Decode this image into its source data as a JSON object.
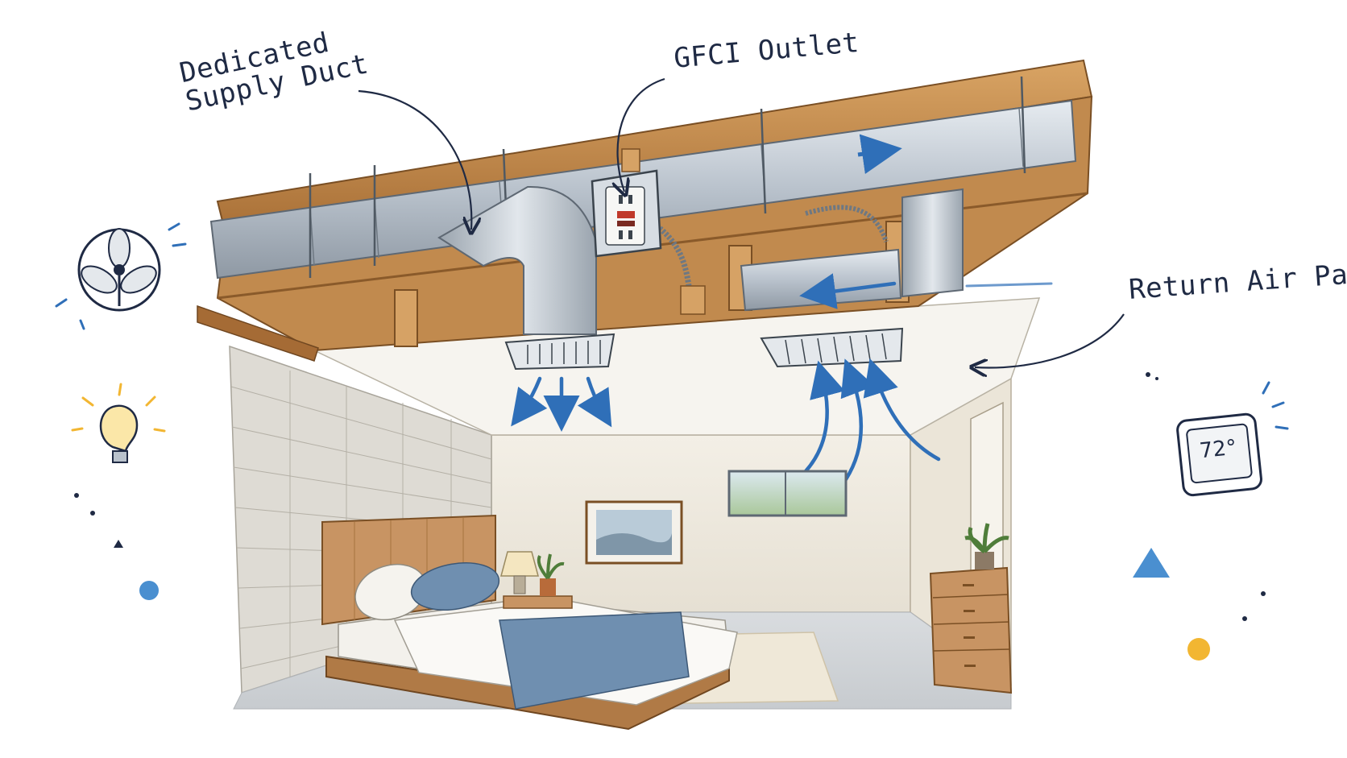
{
  "labels": {
    "supply_duct_line1": "Dedicated",
    "supply_duct_line2": "Supply Duct",
    "gfci_outlet": "GFCI Outlet",
    "return_air_path": "Return Air Path",
    "thermostat_reading": "72°"
  },
  "icons": [
    "fan-icon",
    "lightbulb-icon",
    "thermostat-icon"
  ],
  "colors": {
    "ink": "#1f2a44",
    "arrow_blue": "#2f6fb8",
    "accent_yellow": "#f2b632",
    "accent_blue": "#4a8fd0",
    "wood": "#c98b4a",
    "metal": "#b9c2cc"
  }
}
